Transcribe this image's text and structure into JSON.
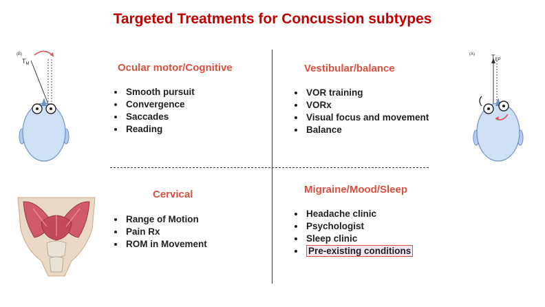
{
  "title": "Targeted Treatments for Concussion subtypes",
  "quadrants": {
    "top_left": {
      "heading": "Ocular motor/Cognitive",
      "items": [
        "Smooth pursuit",
        "Convergence",
        "Saccades",
        "Reading"
      ]
    },
    "top_right": {
      "heading": "Vestibular/balance",
      "items": [
        "VOR training",
        "VORx",
        "Visual focus and movement",
        "Balance"
      ]
    },
    "bottom_left": {
      "heading": "Cervical",
      "items": [
        "Range of Motion",
        "Pain Rx",
        "ROM in Movement"
      ]
    },
    "bottom_right": {
      "heading": "Migraine/Mood/Sleep",
      "items": [
        "Headache clinic",
        "Psychologist",
        "Sleep clinic",
        "Pre-existing conditions"
      ]
    }
  },
  "figures": {
    "left_head": {
      "panel_label": "(B)",
      "vector_label": "T",
      "vector_sub": "M"
    },
    "right_head": {
      "panel_label": "(A)",
      "vector_label": "T",
      "vector_sub": "EP"
    }
  },
  "colors": {
    "title": "#c00000",
    "heading": "#d9503f",
    "text": "#1f1f1f",
    "highlight_fill": "#f2e6f5",
    "head_fill": "#cfe0f5",
    "head_stroke": "#6d8fc4",
    "arrow": "#e05050"
  }
}
